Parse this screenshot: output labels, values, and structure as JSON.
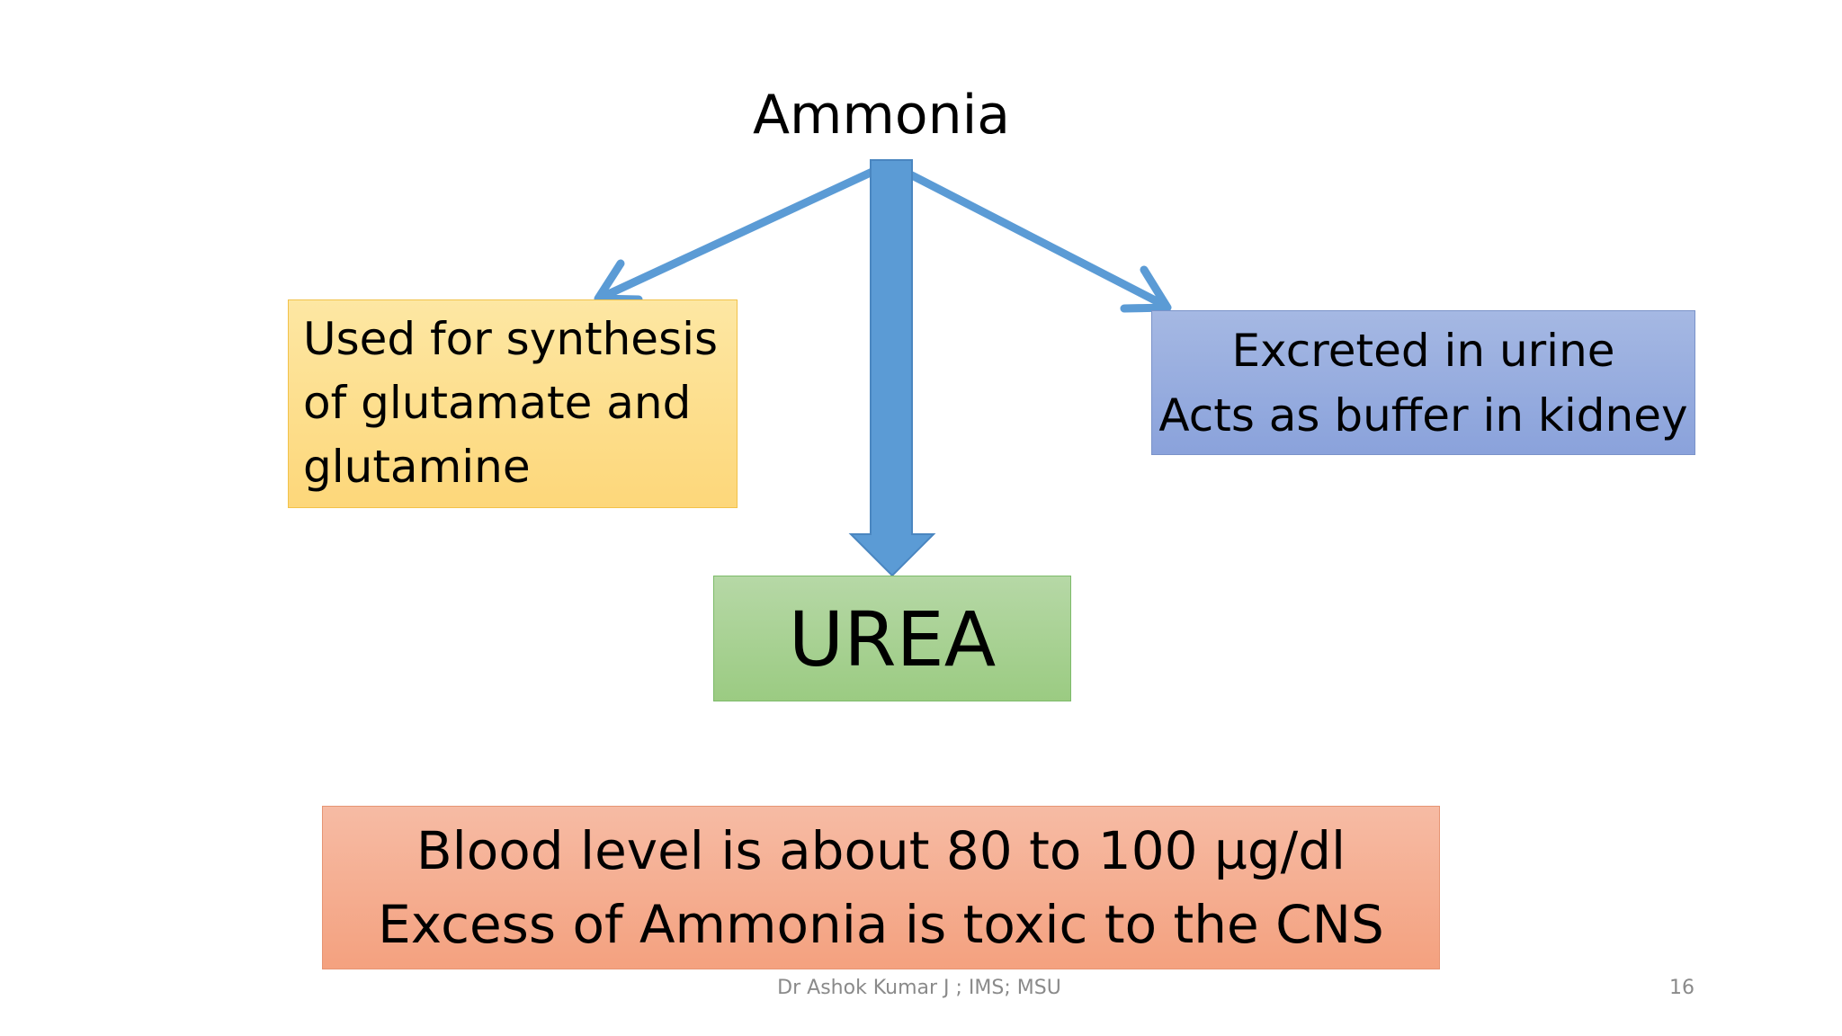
{
  "diagram": {
    "title": "Ammonia",
    "left_box": {
      "line1": "Used for synthesis",
      "line2": "of glutamate and",
      "line3": "glutamine"
    },
    "right_box": {
      "line1": "Excreted in urine",
      "line2": "Acts as buffer in kidney"
    },
    "center_box": "UREA",
    "bottom_box": {
      "line1": "Blood level is about 80 to 100 µg/dl",
      "line2": "Excess of Ammonia is toxic to the CNS"
    }
  },
  "footer": {
    "author": "Dr Ashok Kumar J ; IMS; MSU",
    "page_number": "16"
  },
  "colors": {
    "arrow": "#5b9bd5",
    "left_box": "#fdd77a",
    "right_box": "#8aa2db",
    "center_box": "#9bcb82",
    "bottom_box": "#f4a17f"
  }
}
